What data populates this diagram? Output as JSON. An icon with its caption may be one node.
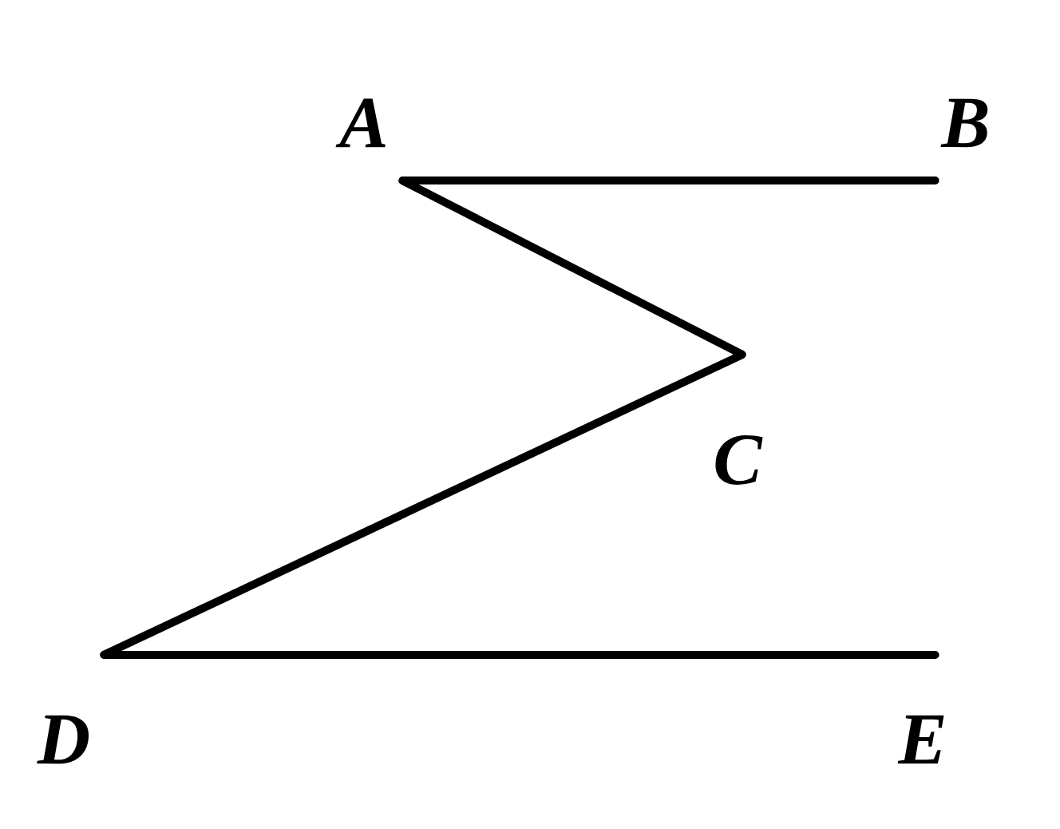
{
  "diagram": {
    "nodes": [
      {
        "text": [
          "A"
        ]
      },
      {
        "text": [
          "B"
        ]
      },
      {
        "text": [
          "C"
        ]
      },
      {
        "text": [
          "D"
        ]
      },
      {
        "text": [
          "E"
        ]
      }
    ],
    "edges": [
      {
        "from": 0,
        "to": 1,
        "arrow": "none"
      },
      {
        "from": 0,
        "to": 2,
        "arrow": "none"
      },
      {
        "from": 2,
        "to": 3,
        "arrow": "none"
      },
      {
        "from": 3,
        "to": 4,
        "arrow": "none"
      }
    ]
  }
}
